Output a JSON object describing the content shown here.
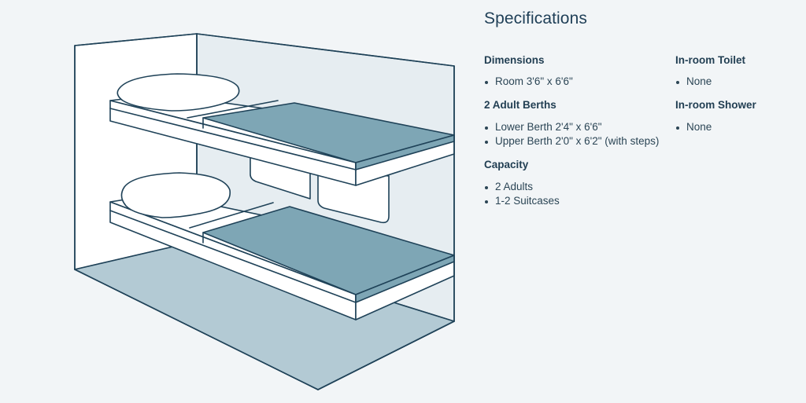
{
  "specs": {
    "title": "Specifications",
    "left_sections": [
      {
        "title": "Dimensions",
        "items": [
          "Room 3'6\" x 6'6\""
        ]
      },
      {
        "title": "2 Adult Berths",
        "items": [
          "Lower Berth 2'4\" x 6'6\"",
          "Upper Berth 2'0\" x 6'2\" (with steps)"
        ]
      },
      {
        "title": "Capacity",
        "items": [
          "2 Adults",
          "1-2 Suitcases"
        ]
      }
    ],
    "right_sections": [
      {
        "title": "In-room Toilet",
        "items": [
          "None"
        ]
      },
      {
        "title": "In-room Shower",
        "items": [
          "None"
        ]
      }
    ]
  },
  "illustration": {
    "name": "roomette-bunk-berths",
    "colors": {
      "outline": "#1f4258",
      "floor": "#b3cad4",
      "wall": "#e6edf1",
      "mattress": "#7ea6b5",
      "berth": "#ffffff"
    }
  }
}
